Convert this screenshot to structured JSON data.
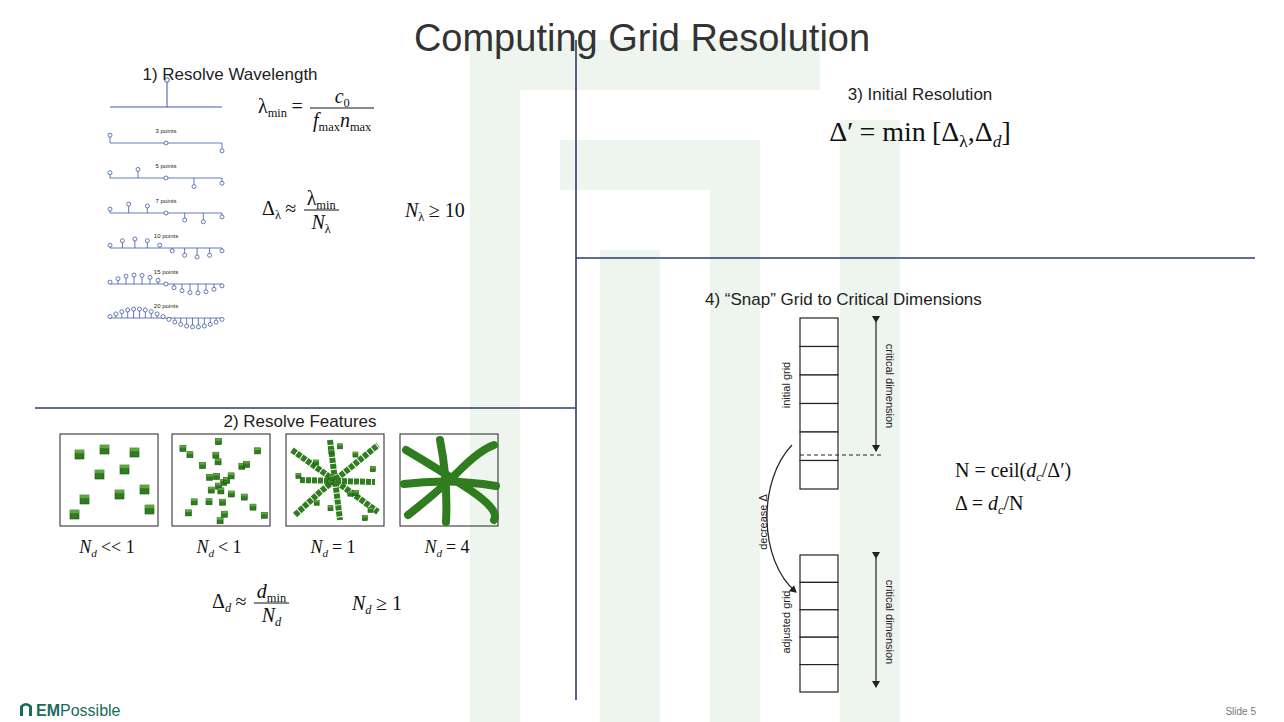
{
  "diagram": {
    "title": "Computing Grid Resolution",
    "labels": [
      "1) Resolve Wavelength",
      "3 points",
      "5 points",
      "7 points",
      "10 points",
      "15 points",
      "20 points",
      "λ",
      "min",
      "=",
      "c",
      "0",
      "f",
      "max",
      "n",
      "max",
      "Δ",
      "λ",
      "≈",
      "λ",
      "min",
      "N",
      "λ",
      "N",
      "λ",
      "≥ 10",
      "2) Resolve Features",
      "N",
      "d",
      "<< 1",
      "N",
      "d",
      "< 1",
      "N",
      "d",
      "= 1",
      "N",
      "d",
      "= 4",
      "Δ",
      "d",
      "≈",
      "d",
      "min",
      "N",
      "d",
      "N",
      "d",
      "≥ 1",
      "3) Initial Resolution",
      "Δ′",
      "= min",
      "[",
      "Δ",
      "λ",
      ",",
      "Δ",
      "d",
      "]",
      "4) “Snap” Grid to Critical Dimensions",
      "initial grid",
      "critical dimension",
      "decrease Δ",
      "adjusted grid",
      "critical dimension",
      "N = ceil(",
      "d",
      "c",
      "/Δ′)",
      "Δ = ",
      "d",
      "c",
      "/N",
      "EM",
      "Possible",
      "Slide 5"
    ]
  }
}
